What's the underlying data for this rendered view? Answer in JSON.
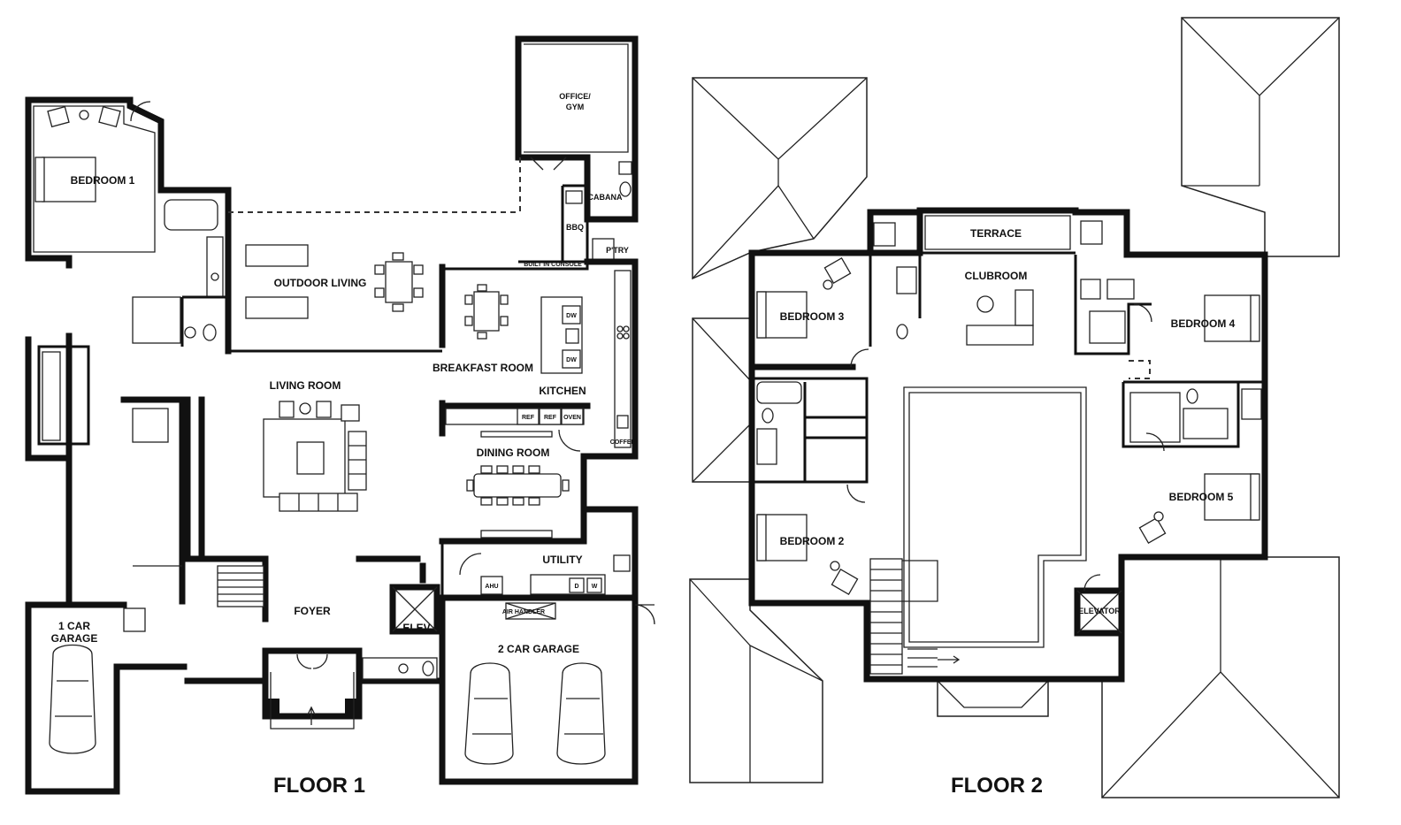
{
  "floor1": {
    "title": "FLOOR 1",
    "rooms": {
      "bedroom1": "BEDROOM 1",
      "outdoor_living": "OUTDOOR LIVING",
      "office_gym_1": "OFFICE/",
      "office_gym_2": "GYM",
      "cabana": "CABANA",
      "bbq": "BBQ",
      "pantry": "P'TRY",
      "built_in_console": "BUILT IN CONSOLE",
      "breakfast_room": "BREAKFAST ROOM",
      "kitchen": "KITCHEN",
      "living_room": "LIVING ROOM",
      "dining_room": "DINING ROOM",
      "utility": "UTILITY",
      "foyer": "FOYER",
      "elev": "ELEV",
      "car1_1": "1 CAR",
      "car1_2": "GARAGE",
      "car2": "2 CAR GARAGE"
    },
    "fixtures": {
      "dw_1": "DW",
      "dw_2": "DW",
      "ref_1": "REF",
      "ref_2": "REF",
      "oven": "OVEN",
      "coffee": "COFFEE",
      "ahu": "AHU",
      "air_handler": "AIR HANDLER",
      "washer_d": "D",
      "washer_w": "W"
    }
  },
  "floor2": {
    "title": "FLOOR 2",
    "rooms": {
      "terrace": "TERRACE",
      "clubroom": "CLUBROOM",
      "bedroom3": "BEDROOM 3",
      "bedroom4": "BEDROOM 4",
      "bedroom2": "BEDROOM 2",
      "bedroom5": "BEDROOM 5",
      "elevator": "ELEVATOR"
    }
  }
}
